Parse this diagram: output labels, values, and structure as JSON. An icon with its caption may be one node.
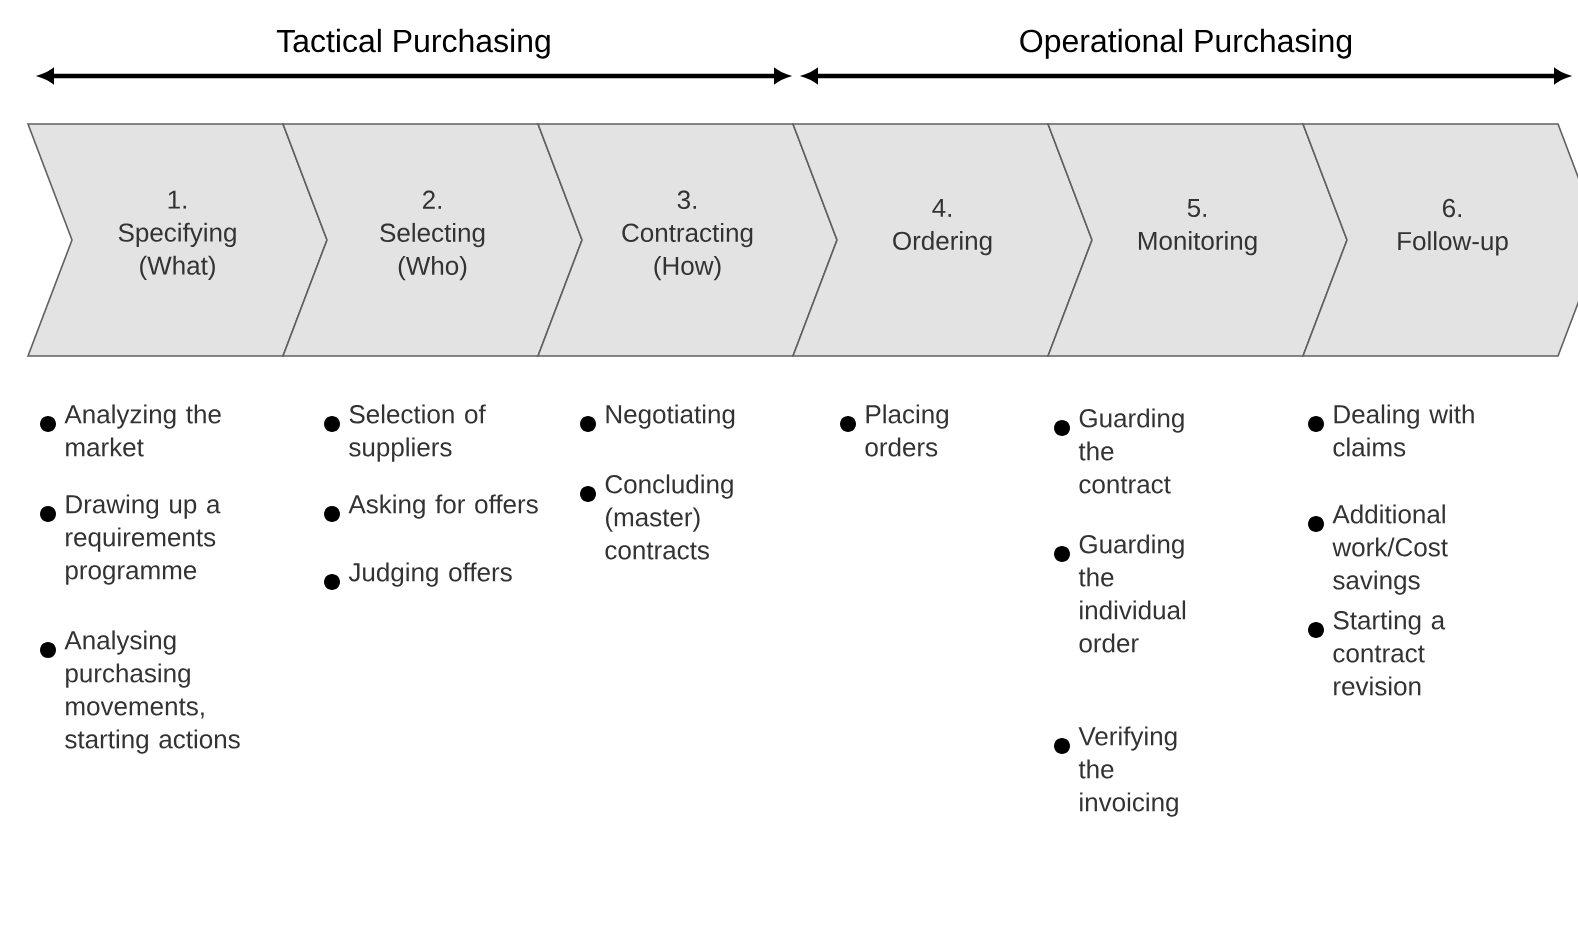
{
  "diagram": {
    "nodes": [
      {
        "text": [
          "1.",
          "Specifying (What)"
        ]
      },
      {
        "text": [
          "2.",
          "Selecting (Who)"
        ]
      },
      {
        "text": [
          "3.",
          "Contracting (How)"
        ]
      },
      {
        "text": [
          "4.",
          "Ordering"
        ]
      },
      {
        "text": [
          "5.",
          "Monitoring"
        ]
      },
      {
        "text": [
          "6.",
          "Follow-up"
        ]
      }
    ],
    "edges": [],
    "labels": [
      "Tactical Purchasing",
      "Operational Purchasing",
      "Analyzing the market",
      "Drawing up a requirements programme",
      "Analysing purchasing movements, starting actions",
      "Selection of suppliers",
      "Asking for offers",
      "Judging offers",
      "Negotiating",
      "Concluding (master) contracts",
      "Placing orders",
      "Guarding the contract",
      "Guarding the individual order",
      "Verifying the invoicing",
      "Dealing with claims",
      "Additional work/Cost savings",
      "Starting a contract revision"
    ]
  }
}
